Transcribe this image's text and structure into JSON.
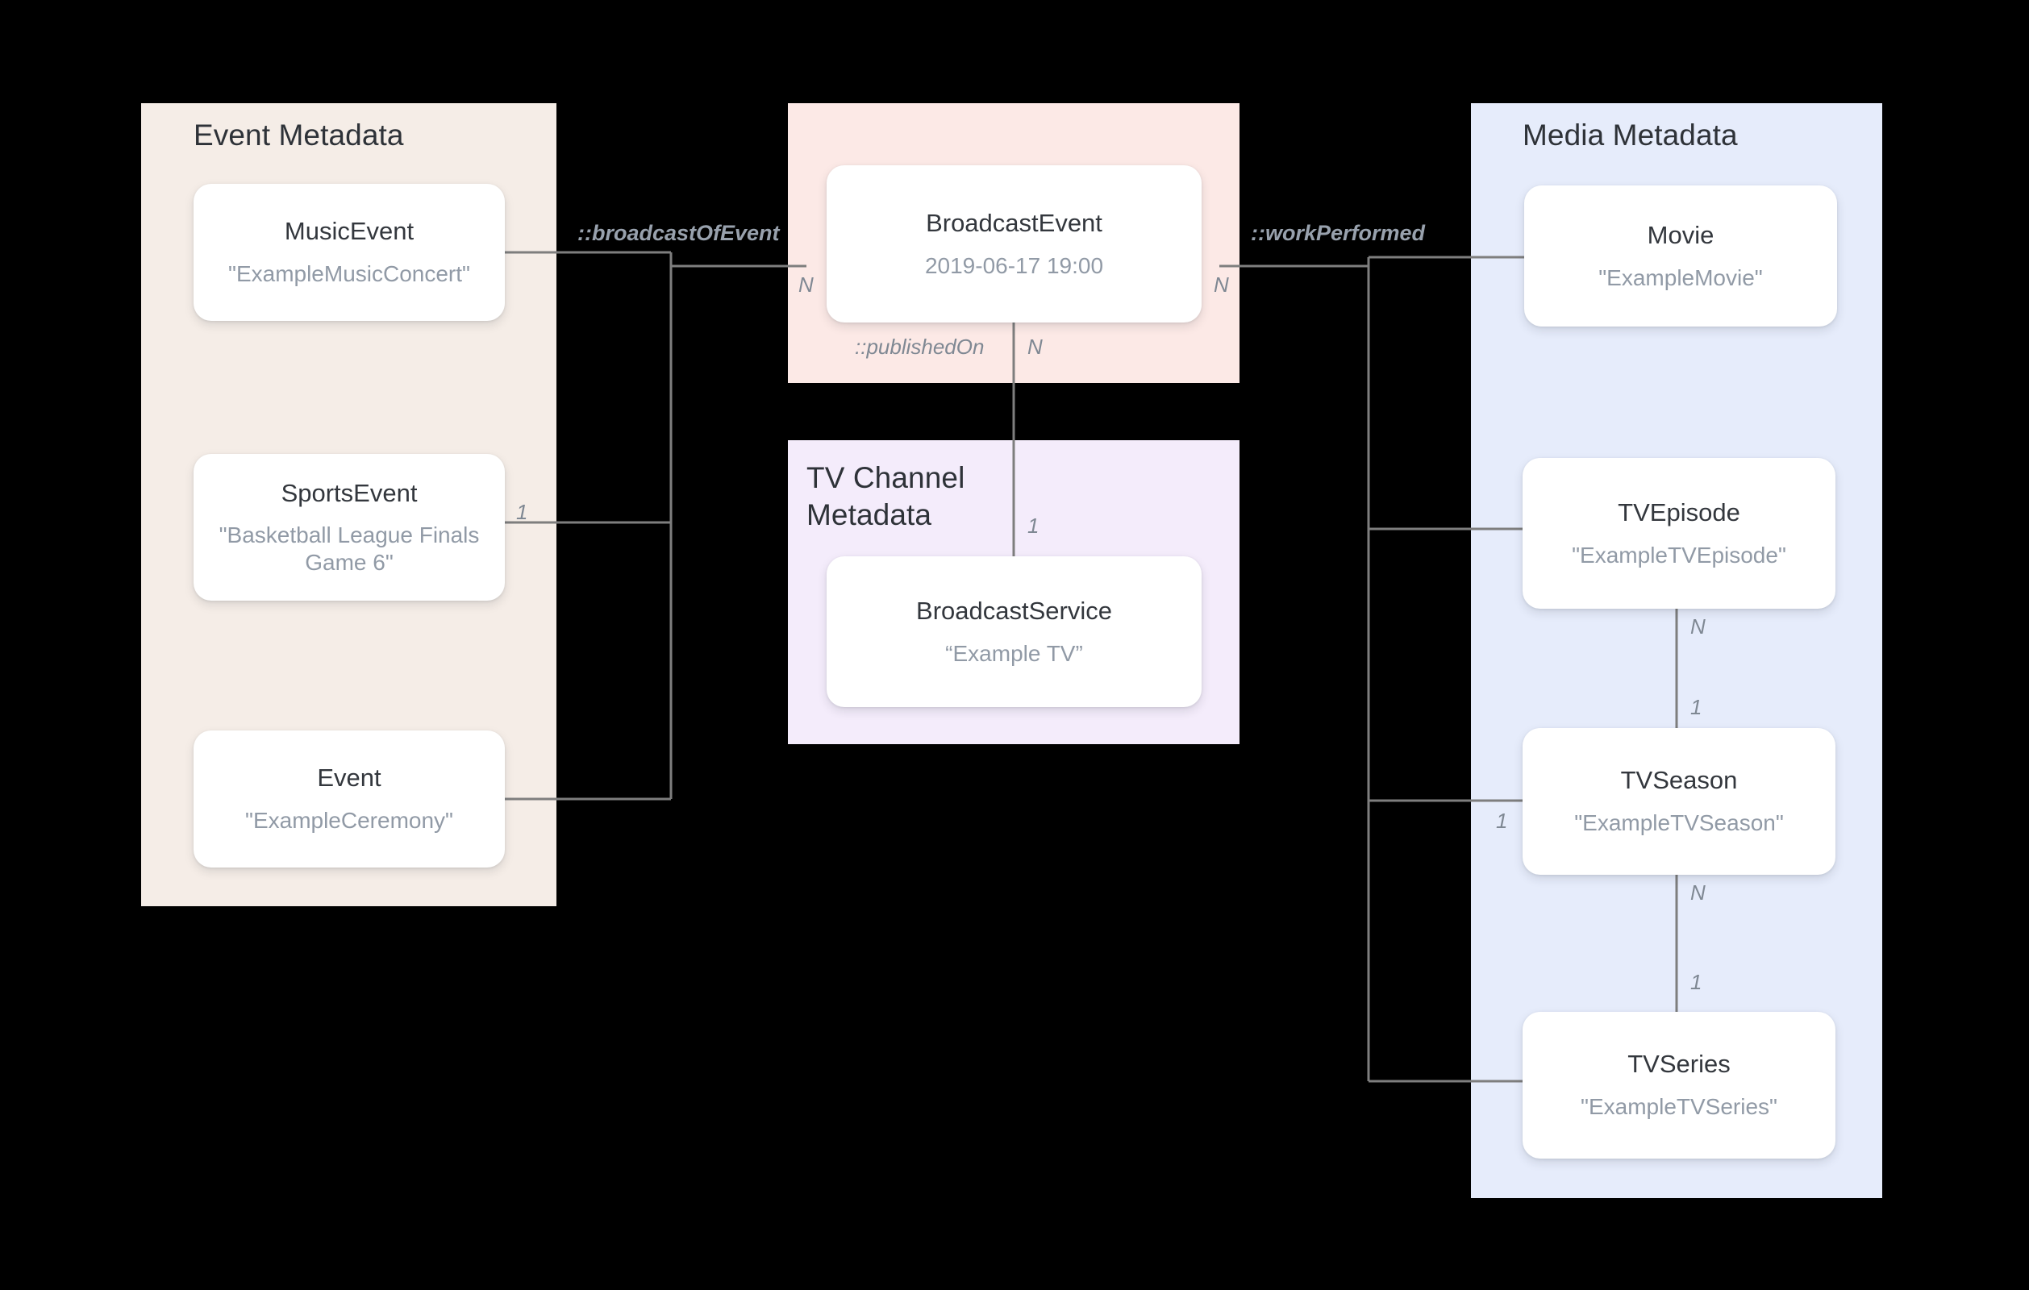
{
  "diagram": {
    "title": "Broadcast schema entity relationship diagram",
    "background": "#000000",
    "line_color": "#7e7e7e"
  },
  "groups": [
    {
      "id": "event-metadata",
      "label": "Event Metadata",
      "color": "#f5ede7"
    },
    {
      "id": "broadcast-event-group",
      "label": "",
      "color": "#fce9e6"
    },
    {
      "id": "tv-channel-metadata",
      "label": "TV Channel\nMetadata",
      "color": "#f4ecfb"
    },
    {
      "id": "media-metadata",
      "label": "Media Metadata",
      "color": "#e6ecfb"
    }
  ],
  "nodes": {
    "music_event": {
      "type": "MusicEvent",
      "value": "\"ExampleMusicConcert\""
    },
    "sports_event": {
      "type": "SportsEvent",
      "value": "\"Basketball League Finals Game 6\""
    },
    "event": {
      "type": "Event",
      "value": "\"ExampleCeremony\""
    },
    "broadcast_event": {
      "type": "BroadcastEvent",
      "value": "2019-06-17 19:00"
    },
    "broadcast_service": {
      "type": "BroadcastService",
      "value": "“Example TV”"
    },
    "movie": {
      "type": "Movie",
      "value": "\"ExampleMovie\""
    },
    "tv_episode": {
      "type": "TVEpisode",
      "value": "\"ExampleTVEpisode\""
    },
    "tv_season": {
      "type": "TVSeason",
      "value": "\"ExampleTVSeason\""
    },
    "tv_series": {
      "type": "TVSeries",
      "value": "\"ExampleTVSeries\""
    }
  },
  "relationships": {
    "broadcast_of_event": "::broadcastOfEvent",
    "work_performed": "::workPerformed",
    "published_on": "::publishedOn"
  },
  "cardinalities": {
    "sports_event_side": "1",
    "broadcast_event_left": "N",
    "broadcast_event_right": "N",
    "broadcast_event_down": "N",
    "broadcast_service_up": "1",
    "tv_episode_down": "N",
    "tv_season_up": "1",
    "tv_season_left": "1",
    "tv_season_down": "N",
    "tv_series_up": "1"
  }
}
